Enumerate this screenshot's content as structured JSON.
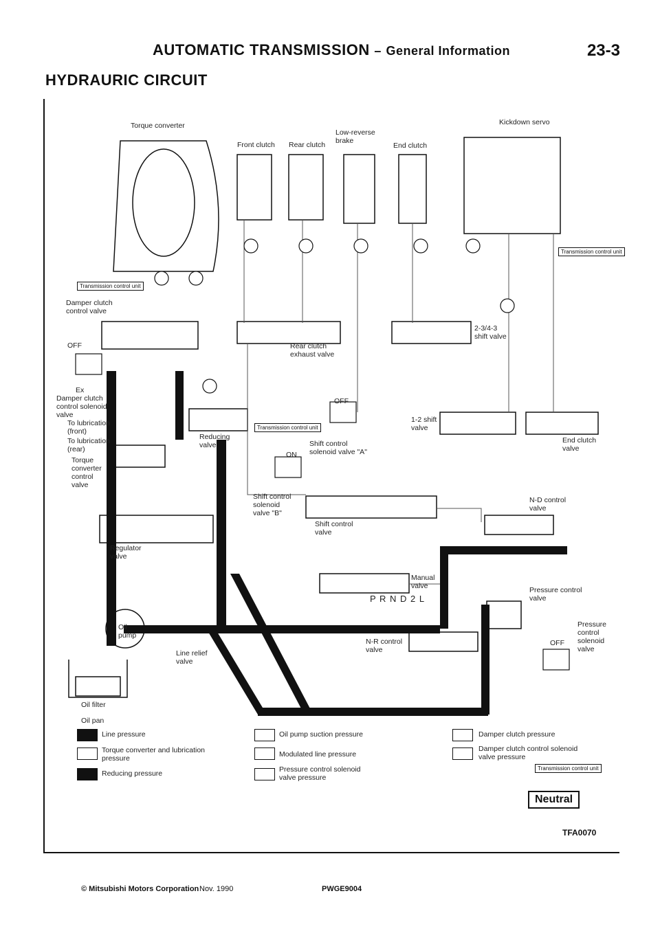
{
  "header": {
    "title": "AUTOMATIC TRANSMISSION",
    "dash": "–",
    "subtitle": "General Information",
    "page": "23-3"
  },
  "section_title": "HYDRAURIC CIRCUIT",
  "labels": {
    "torque_converter": "Torque converter",
    "front_clutch": "Front clutch",
    "rear_clutch": "Rear clutch",
    "low_reverse_brake": "Low-reverse\nbrake",
    "end_clutch": "End clutch",
    "kickdown_servo": "Kickdown servo",
    "tcu": "Transmission\ncontrol unit",
    "damper_clutch_control_valve": "Damper clutch\ncontrol valve",
    "off": "OFF",
    "ex": "Ex",
    "damper_solenoid": "Damper clutch\ncontrol solenoid\nvalve",
    "lube_front": "To lubrication\n(front)",
    "lube_rear": "To lubrication\n(rear)",
    "tc_control_valve": "Torque\nconverter\ncontrol\nvalve",
    "regulator_valve": "Regulator\nvalve",
    "oil_pump": "Oil\npump",
    "line_relief": "Line relief\nvalve",
    "oil_filter": "Oil filter",
    "oil_pan": "Oil pan",
    "reducing_valve": "Reducing\nvalve",
    "rear_clutch_exhaust": "Rear clutch\nexhaust valve",
    "shift_234": "2-3/4-3\nshift valve",
    "shift_12": "1-2 shift\nvalve",
    "end_clutch_valve": "End clutch\nvalve",
    "solenoid_a": "Shift control\nsolenoid valve \"A\"",
    "on": "ON",
    "solenoid_b": "Shift control\nsolenoid\nvalve \"B\"",
    "shift_control_valve": "Shift control\nvalve",
    "nd_control": "N-D control\nvalve",
    "manual_valve": "Manual\nvalve",
    "prnd": "P R N D 2 L",
    "nr_control": "N-R control\nvalve",
    "pressure_control": "Pressure control\nvalve",
    "pc_solenoid": "Pressure\ncontrol\nsolenoid\nvalve"
  },
  "legend": [
    {
      "text": "Line pressure",
      "style": "solid"
    },
    {
      "text": "Torque converter and lubrication\npressure",
      "style": "open"
    },
    {
      "text": "Reducing pressure",
      "style": "solid"
    },
    {
      "text": "Oil pump suction pressure",
      "style": "open"
    },
    {
      "text": "Modulated line pressure",
      "style": "open"
    },
    {
      "text": "Pressure control solenoid\nvalve pressure",
      "style": "open"
    },
    {
      "text": "Damper clutch pressure",
      "style": "open"
    },
    {
      "text": "Damper clutch control solenoid\nvalve pressure",
      "style": "open"
    }
  ],
  "mode": "Neutral",
  "figure_code": "TFA0070",
  "footer": {
    "company": "© Mitsubishi Motors Corporation",
    "date": "Nov. 1990",
    "code": "PWGE9004"
  },
  "colors": {
    "line": "#111111",
    "thin": "#555555",
    "paper": "#ffffff"
  }
}
